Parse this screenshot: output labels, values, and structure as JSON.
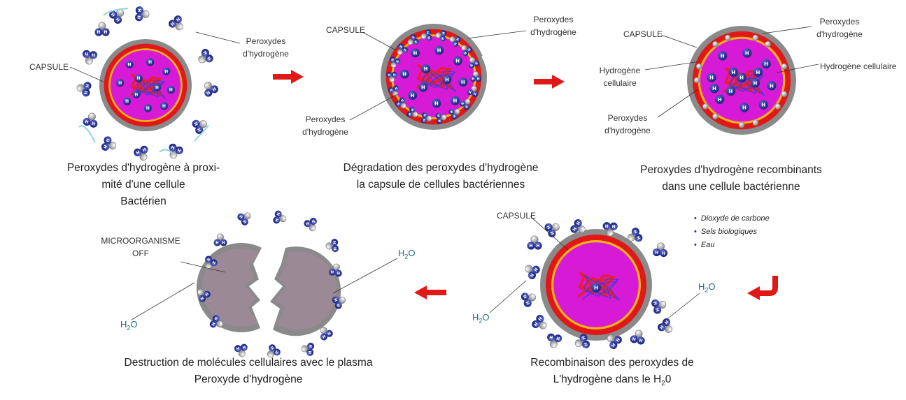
{
  "colors": {
    "capsule": "#8a8a8a",
    "membrane": "#e01818",
    "inner_ring": "#f2b31a",
    "cytoplasm": "#d61ad6",
    "hydrogen": "#1a2680",
    "oxygen": "#c8c8c8",
    "arrow": "#e01818",
    "dead_cell": "#9b8a96",
    "water_label": "#1f6f78"
  },
  "icons": {
    "molecule": "hydrogen-peroxide-molecule-icon",
    "arrow": "red-arrow-icon",
    "bolt": "lightning-bolt-icon"
  },
  "atom_h": "H",
  "panel1": {
    "capsule": "CAPSULE",
    "peroxide_1": "Peroxydes",
    "peroxide_2": "d'hydrogène",
    "caption_1": "Peroxydes d'hydrogène à proxi-",
    "caption_2": "mité d'une cellule",
    "caption_3": "Bactérien"
  },
  "panel2": {
    "capsule": "CAPSULE",
    "peroxide_top_1": "Peroxydes",
    "peroxide_top_2": "d'hydrogène",
    "peroxide_bottom_1": "Peroxydes",
    "peroxide_bottom_2": "d'hydrogène",
    "caption_1": "Dégradation des peroxydes d'hydrogène",
    "caption_2": "la capsule de cellules bactériennes"
  },
  "panel3": {
    "capsule": "CAPSULE",
    "peroxide_top_1": "Peroxydes",
    "peroxide_top_2": "d'hydrogène",
    "hydrogen_cell_1": "Hydrogène",
    "hydrogen_cell_2": "cellulaire",
    "hydrogen_cell_right": "Hydrogène cellulaire",
    "peroxide_bottom_1": "Peroxydes",
    "peroxide_bottom_2": "d'hydrogène",
    "caption_1": "Peroxydes d'hydrogène recombinants",
    "caption_2": "dans une cellule bactérienne"
  },
  "panel4": {
    "capsule": "CAPSULE",
    "legend": [
      "Dioxyde de carbone",
      "Sels biologiques",
      "Eau"
    ],
    "water_left_1": "H",
    "water_left_2": "2",
    "water_left_3": "O",
    "water_right_1": "H",
    "water_right_2": "2",
    "water_right_3": "O",
    "caption_1": "Recombinaison des peroxydes de",
    "caption_2a": "L'hydrogène dans le H",
    "caption_2b": "2",
    "caption_2c": "0"
  },
  "panel5": {
    "microorganism_1": "MICROORGANISME",
    "microorganism_2": "OFF",
    "water_left_1": "H",
    "water_left_2": "2",
    "water_left_3": "O",
    "water_right_1": "H",
    "water_right_2": "2",
    "water_right_3": "O",
    "caption_1": "Destruction de molécules cellulaires avec le plasma",
    "caption_2": "Peroxyde d'hydrogène"
  }
}
